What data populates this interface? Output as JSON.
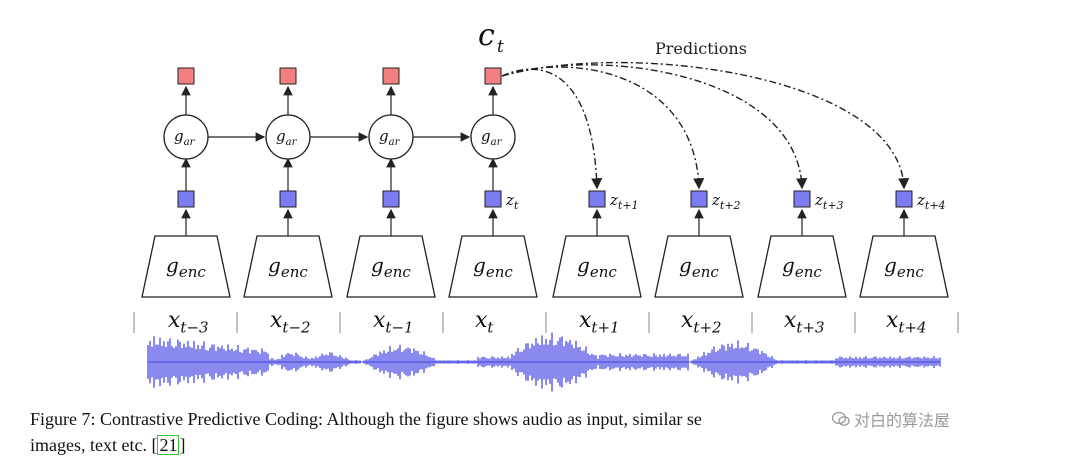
{
  "diagram": {
    "context_symbol": "c",
    "context_sub": "t",
    "predictions_label": "Predictions",
    "encoder": {
      "symbol": "g",
      "sub": "enc"
    },
    "autoregressive": {
      "symbol": "g",
      "sub": "ar"
    },
    "inputs": [
      {
        "sym": "x",
        "sub": "t−3"
      },
      {
        "sym": "x",
        "sub": "t−2"
      },
      {
        "sym": "x",
        "sub": "t−1"
      },
      {
        "sym": "x",
        "sub": "t"
      },
      {
        "sym": "x",
        "sub": "t+1"
      },
      {
        "sym": "x",
        "sub": "t+2"
      },
      {
        "sym": "x",
        "sub": "t+3"
      },
      {
        "sym": "x",
        "sub": "t+4"
      }
    ],
    "latents": [
      {
        "sym": "z",
        "sub": "t"
      },
      {
        "sym": "z",
        "sub": "t+1"
      },
      {
        "sym": "z",
        "sub": "t+2"
      },
      {
        "sym": "z",
        "sub": "t+3"
      },
      {
        "sym": "z",
        "sub": "t+4"
      }
    ],
    "colors": {
      "context": "#f28080",
      "latent": "#7b7bf2",
      "waveform": "#2a2ae0",
      "stroke": "#222222"
    }
  },
  "caption": {
    "prefix": "Figure 7: Contrastive Predictive Coding: Although the figure shows audio as input, similar se",
    "line2": "images, text etc. [",
    "cite": "21",
    "suffix": "]"
  },
  "watermark": {
    "text": "对白的算法屋"
  }
}
